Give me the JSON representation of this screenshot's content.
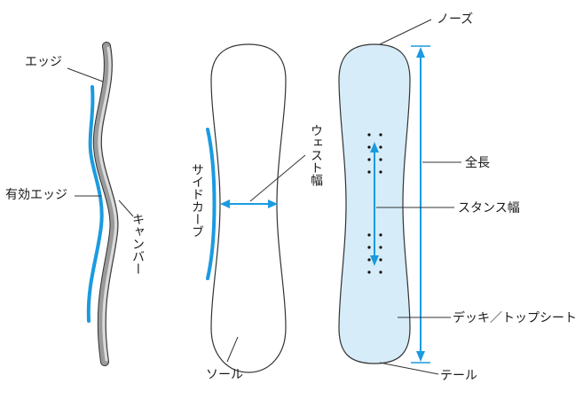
{
  "labels": {
    "edge": "エッジ",
    "effective_edge": "有効エッジ",
    "camber": "キャンバー",
    "sidecut": "サイドカーブ",
    "waist_width": "ウェスト幅",
    "sole": "ソール",
    "nose": "ノーズ",
    "overall_length": "全長",
    "stance_width": "スタンス幅",
    "deck_topsheet": "デッキ／トップシート",
    "tail": "テール"
  },
  "colors": {
    "accent_blue": "#1a9be0",
    "deck_fill": "#d6ecf8",
    "outline": "#333333",
    "edge_grey": "#9a9a9a",
    "edge_light": "#d8d8d8"
  }
}
